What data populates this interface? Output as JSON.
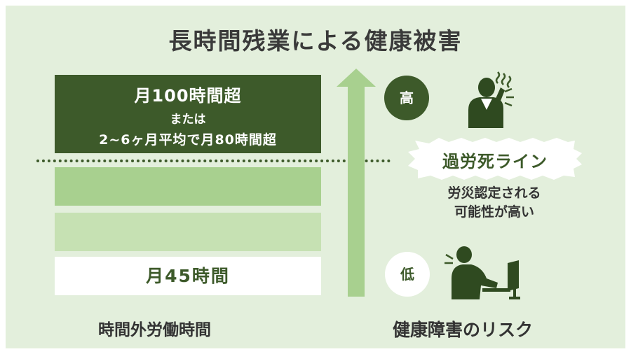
{
  "title": "長時間残業による健康被害",
  "bars": {
    "top_line1": "月100時間超",
    "top_line2": "または",
    "top_line3": "2~6ヶ月平均で月80時間超",
    "bottom": "月45時間"
  },
  "labels": {
    "overtime": "時間外労働時間",
    "risk": "健康障害のリスク"
  },
  "risk_scale": {
    "high": "高",
    "low": "低"
  },
  "karoshi": {
    "line_label": "過労死ライン",
    "description_line1": "労災認定される",
    "description_line2": "可能性が高い"
  },
  "colors": {
    "dark_green": "#3d5a2a",
    "mid_green": "#a8d08f",
    "light_green": "#c6e1b3",
    "panel_bg": "#e3efdc",
    "arrow_green": "#a8d08f"
  },
  "icons": {
    "high": "stressed-person-icon",
    "low": "working-person-icon"
  }
}
